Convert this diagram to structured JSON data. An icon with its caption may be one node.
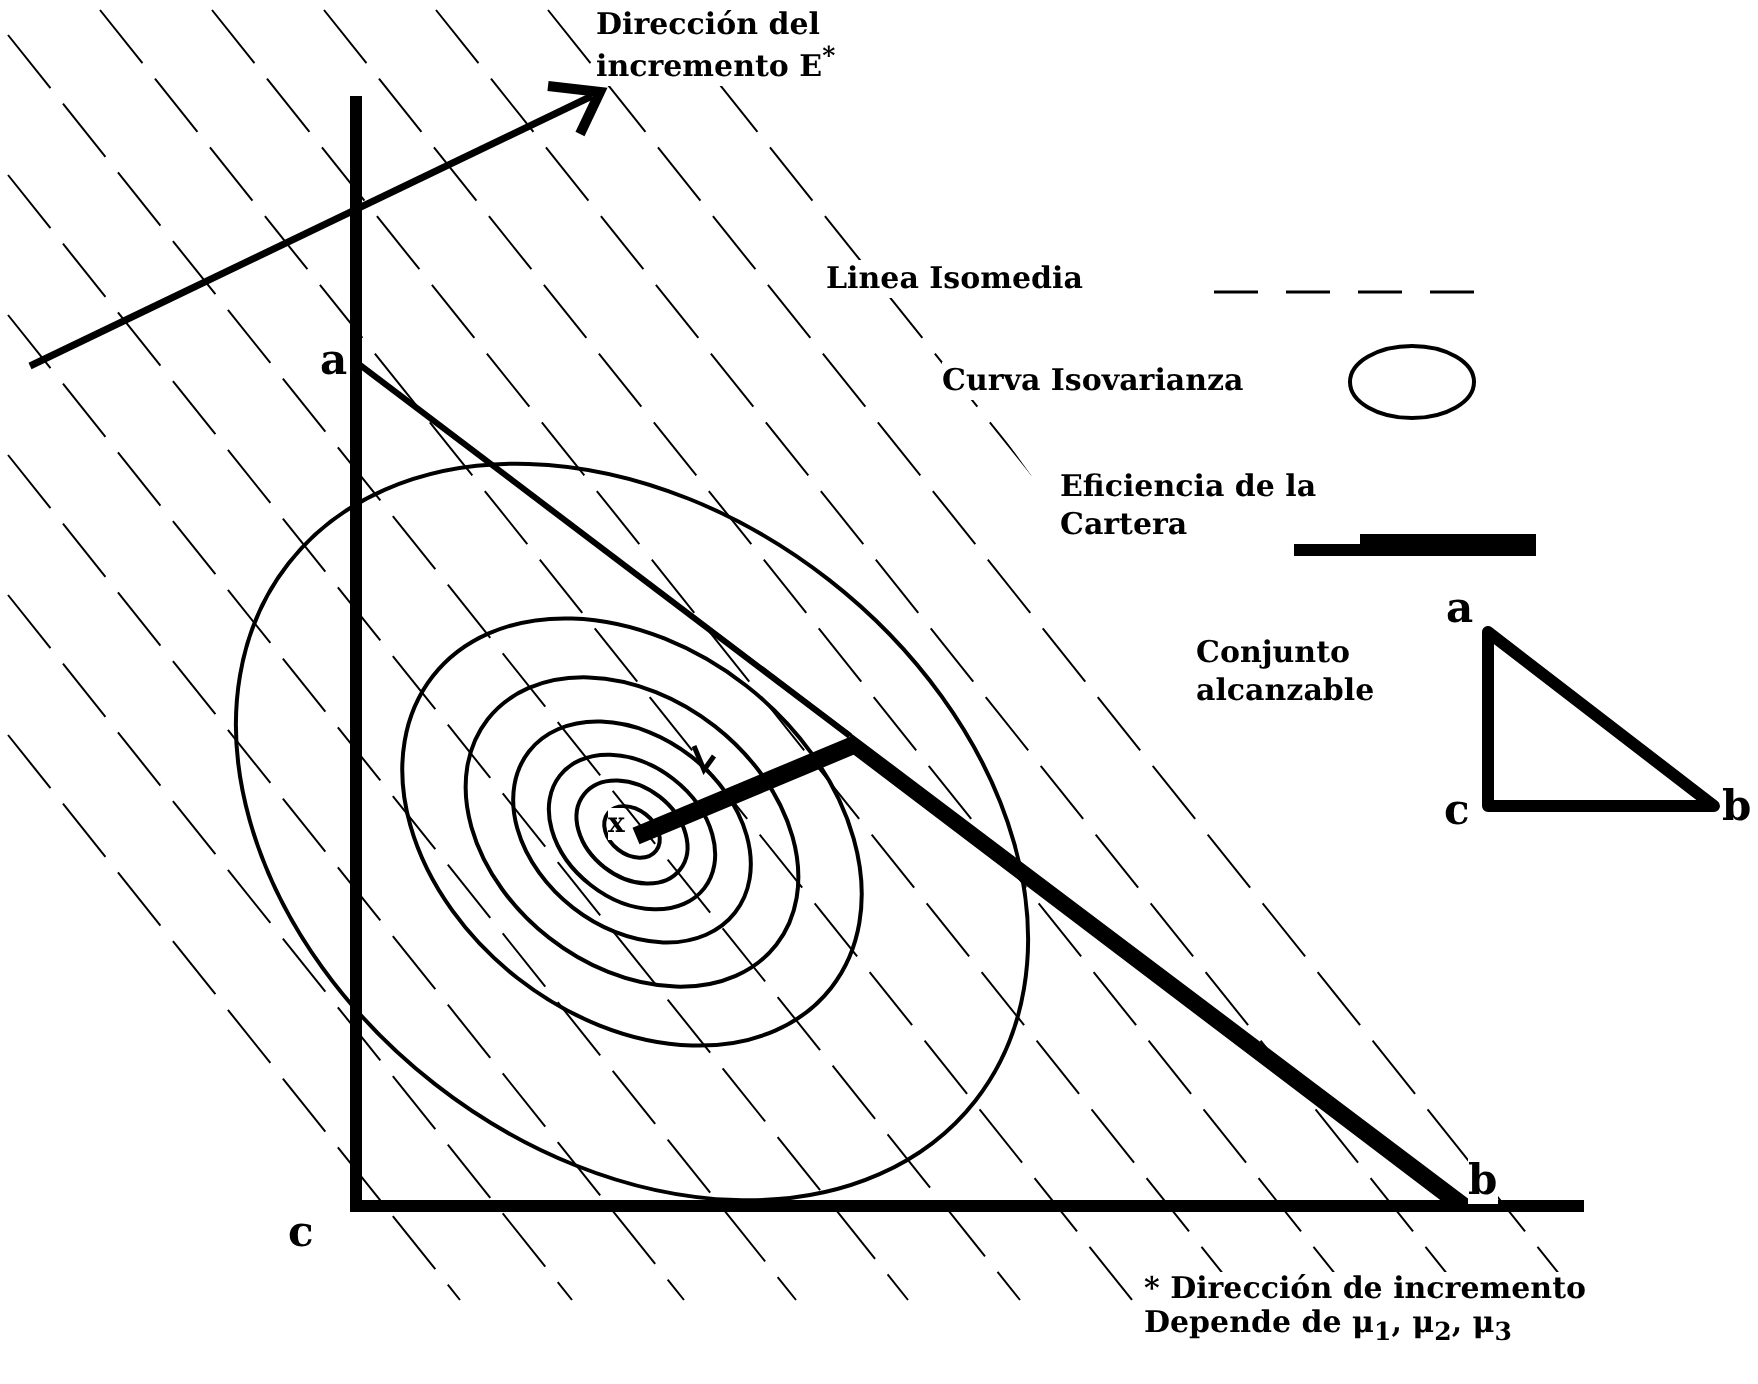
{
  "diagram": {
    "labels": [
      "Dirección del incremento E$^{*}$",
      "a",
      "a",
      "b",
      "c",
      "x",
      "c",
      "b",
      "* Dirección de incremento Depende de μ$_{1}$, μ$_{2}$, μ$_{3}$"
    ],
    "legend": [
      {
        "text": "Linea Isomedia"
      },
      {
        "text": "Curva Isovarianza"
      },
      {
        "text": "Eficiencia de la Cartera"
      },
      {
        "text": "Conjunto alcanzable"
      }
    ]
  }
}
